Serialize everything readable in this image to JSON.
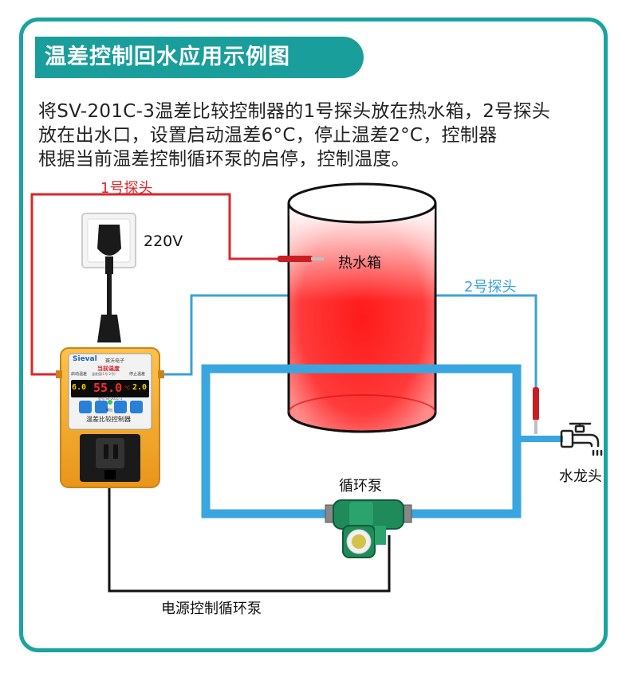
{
  "title": "温差控制回水应用示例图",
  "description": [
    "将SV-201C-3温差比较控制器的1号探头放在热水箱，2号探头",
    "放在出水口，设置启动温差6°C，停止温差2°C，控制器",
    "根据当前温差控制循环泵的启停，控制温度。"
  ],
  "labels": {
    "probe1": "1号探头",
    "probe2": "2号探头",
    "voltage": "220V",
    "tank": "热水箱",
    "faucet": "水龙头",
    "pump": "循环泵",
    "power_line": "电源控制循环泵"
  },
  "controller": {
    "brand": "Sieval",
    "brand_cn": "赛沃电子",
    "current_temp_label": "当前温度",
    "current_temp_sub": "温差值(1号-2号)",
    "start_label": "启动温差",
    "stop_label": "停止温差",
    "current_value": "55.0",
    "start_value": "6.0",
    "stop_value": "2.0",
    "unit": "°C",
    "model": "型号:SV-201C-3",
    "name": "温差比较控制器",
    "led_label": "输出"
  },
  "colors": {
    "frame": "#1aa3a0",
    "probe1_wire": "#d9262b",
    "probe2_wire": "#3aa0d8",
    "pipe": "#3aa6e0",
    "controller_body": "#f5a81e",
    "tank_hot": "#ff2020",
    "pump": "#1f8a5a",
    "power_wire": "#111111"
  }
}
